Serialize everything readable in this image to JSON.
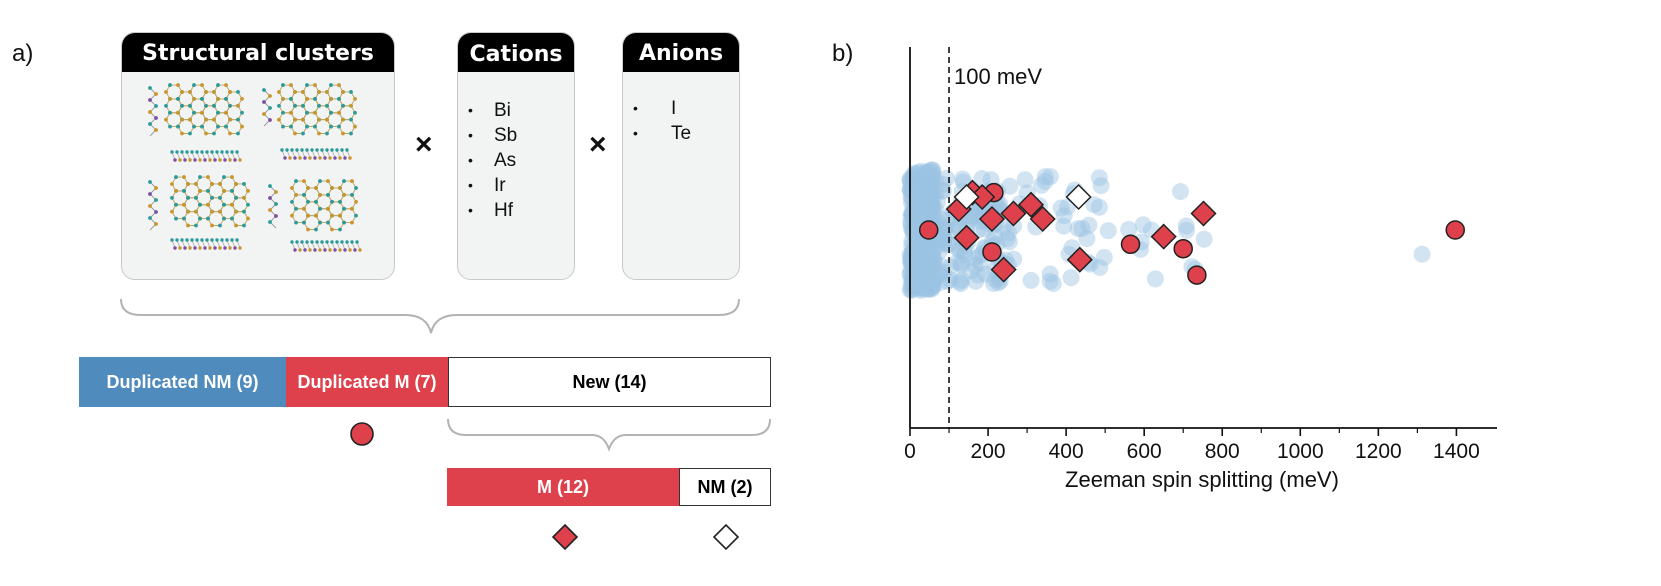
{
  "panel_a": {
    "label": "a)",
    "cards": {
      "structural": {
        "title": "Structural clusters"
      },
      "cations": {
        "title": "Cations",
        "items": [
          "Bi",
          "Sb",
          "As",
          "Ir",
          "Hf"
        ]
      },
      "anions": {
        "title": "Anions",
        "items": [
          "I",
          "Te"
        ]
      }
    },
    "times_symbol": "×",
    "bars_top": [
      {
        "label": "Duplicated NM (9)",
        "color": "#4f8bbd",
        "text_color": "#ffffff"
      },
      {
        "label": "Duplicated M (7)",
        "color": "#de414b",
        "text_color": "#ffffff"
      },
      {
        "label": "New (14)",
        "color": "#ffffff",
        "text_color": "#000000"
      }
    ],
    "bars_bottom": [
      {
        "label": "M (12)",
        "color": "#de414b",
        "text_color": "#ffffff"
      },
      {
        "label": "NM (2)",
        "color": "#ffffff",
        "text_color": "#000000"
      }
    ],
    "markers": {
      "duplicated_m": "circle",
      "new_m": "diamond-filled",
      "new_nm": "diamond-open"
    }
  },
  "panel_b": {
    "label": "b)",
    "chart_data": {
      "type": "scatter",
      "xlabel": "Zeeman spin splitting (meV)",
      "xlim": [
        0,
        1500
      ],
      "xticks": [
        0,
        200,
        400,
        600,
        800,
        1000,
        1200,
        1400
      ],
      "reference_line": {
        "x": 100,
        "label": "100 meV",
        "style": "dashed"
      },
      "colors": {
        "background": "#9cc3e3",
        "m_marker": "#de414b",
        "nm_marker": "#ffffff"
      },
      "series": [
        {
          "marker": "circle-filled",
          "color": "#de414b",
          "points": [
            {
              "x": 48,
              "y": 0.0
            },
            {
              "x": 215,
              "y": 0.34
            },
            {
              "x": 210,
              "y": -0.2
            },
            {
              "x": 565,
              "y": -0.13
            },
            {
              "x": 700,
              "y": -0.17
            },
            {
              "x": 735,
              "y": -0.41
            },
            {
              "x": 1397,
              "y": 0.0
            }
          ]
        },
        {
          "marker": "diamond-filled",
          "color": "#de414b",
          "points": [
            {
              "x": 125,
              "y": 0.19
            },
            {
              "x": 160,
              "y": 0.34
            },
            {
              "x": 185,
              "y": 0.3
            },
            {
              "x": 210,
              "y": 0.1
            },
            {
              "x": 265,
              "y": 0.15
            },
            {
              "x": 310,
              "y": 0.23
            },
            {
              "x": 340,
              "y": 0.1
            },
            {
              "x": 145,
              "y": -0.07
            },
            {
              "x": 240,
              "y": -0.36
            },
            {
              "x": 435,
              "y": -0.27
            },
            {
              "x": 650,
              "y": -0.06
            },
            {
              "x": 752,
              "y": 0.15
            }
          ]
        },
        {
          "marker": "diamond-open",
          "color": "#ffffff",
          "points": [
            {
              "x": 145,
              "y": 0.3
            },
            {
              "x": 432,
              "y": 0.3
            }
          ]
        }
      ]
    }
  }
}
